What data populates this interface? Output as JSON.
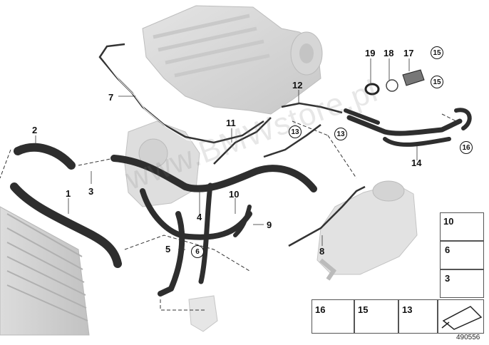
{
  "diagram": {
    "callouts": [
      {
        "id": "1",
        "text": "1"
      },
      {
        "id": "2",
        "text": "2"
      },
      {
        "id": "3",
        "text": "3"
      },
      {
        "id": "4",
        "text": "4"
      },
      {
        "id": "5",
        "text": "5"
      },
      {
        "id": "7",
        "text": "7"
      },
      {
        "id": "8",
        "text": "8"
      },
      {
        "id": "9",
        "text": "9"
      },
      {
        "id": "10",
        "text": "10"
      },
      {
        "id": "11",
        "text": "11"
      },
      {
        "id": "12",
        "text": "12"
      },
      {
        "id": "14",
        "text": "14"
      },
      {
        "id": "17",
        "text": "17"
      },
      {
        "id": "18",
        "text": "18"
      },
      {
        "id": "19",
        "text": "19"
      }
    ],
    "circled": [
      {
        "id": "6a",
        "text": "6"
      },
      {
        "id": "13a",
        "text": "13"
      },
      {
        "id": "13b",
        "text": "13"
      },
      {
        "id": "15a",
        "text": "15"
      },
      {
        "id": "15b",
        "text": "15"
      },
      {
        "id": "16a",
        "text": "16"
      }
    ],
    "legend_side": [
      "10",
      "6",
      "3"
    ],
    "legend_bottom": [
      "16",
      "15",
      "13"
    ],
    "watermark": "www.BMWstore.pl",
    "doc_number": "490556"
  }
}
